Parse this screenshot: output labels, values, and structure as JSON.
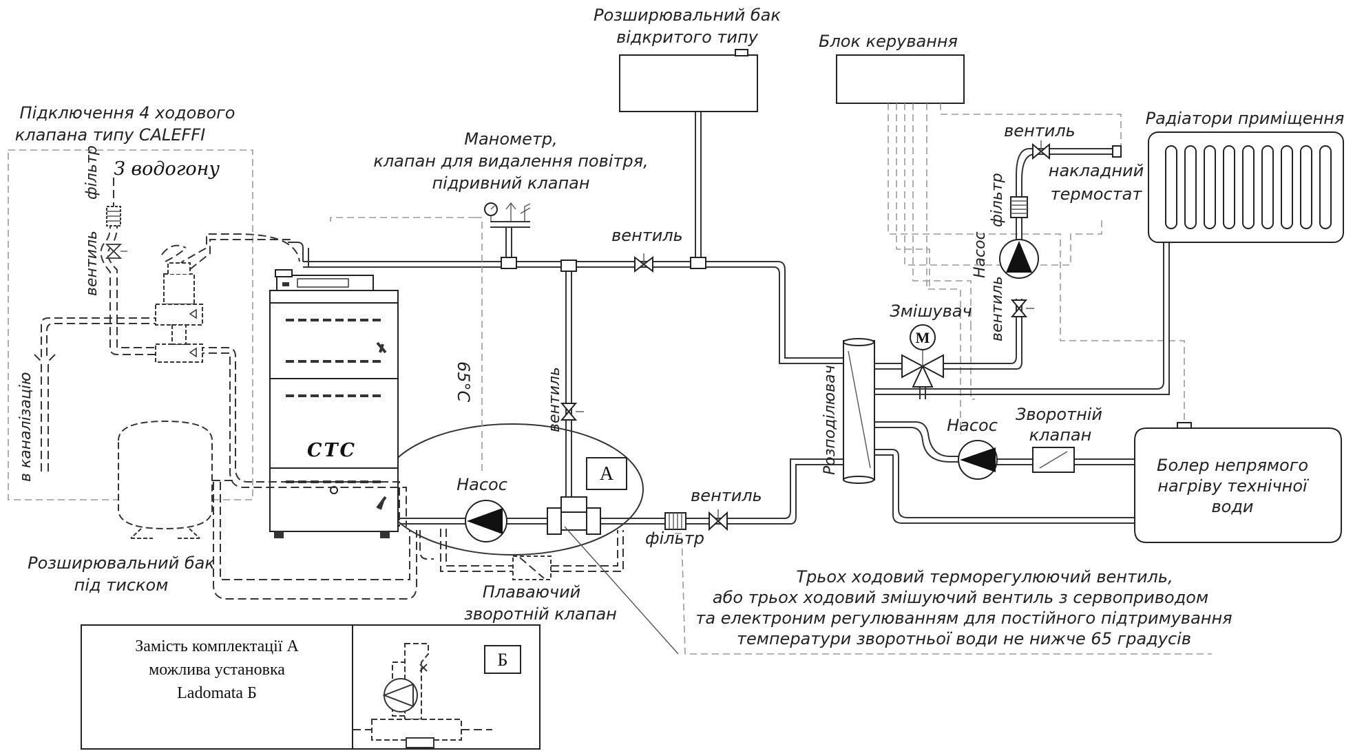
{
  "labels": {
    "exp_tank_open_l1": "Розширювальний бак",
    "exp_tank_open_l2": "відкритого типу",
    "control_unit": "Блок керування",
    "caleffi_l1": "Підключення 4 ходового",
    "caleffi_l2": "клапана типу CALEFFI",
    "water_supply": "З водогону",
    "filter": "фільтр",
    "valve": "вентиль",
    "sewer": "в каналізацію",
    "manometer_l1": "Манометр,",
    "manometer_l2": "клапан для видалення повітря,",
    "manometer_l3": "підривний клапан",
    "temp": "65°С",
    "boiler_brand": "СТС",
    "pump": "Насос",
    "set_a": "А",
    "set_b": "Б",
    "distributor": "Розподілювач",
    "mixer": "Змішувач",
    "mixer_motor": "М",
    "radiators": "Радіатори приміщення",
    "thermostat_l1": "накладний",
    "thermostat_l2": "термостат",
    "check_valve_l1": "Зворотній",
    "check_valve_l2": "клапан",
    "dhw_l1": "Болер непрямого",
    "dhw_l2": "нагріву технічної",
    "dhw_l3": "води",
    "exp_tank_pressure_l1": "Розширювальний бак",
    "exp_tank_pressure_l2": "під тиском",
    "float_check_l1": "Плаваючий",
    "float_check_l2": "зворотній клапан",
    "three_way_l1": "Трьох ходовий терморегулюючий вентиль,",
    "three_way_l2": "або трьох ходовий змішуючий вентиль з сервоприводом",
    "three_way_l3": "та електроним регулюванням для постійного підтримування",
    "three_way_l4": "температури зворотньої води не нижче 65 градусів",
    "ladomat_l1": "Замість комплектації А",
    "ladomat_l2": "можлива установка",
    "ladomat_l3": "Ladomata  Б"
  }
}
